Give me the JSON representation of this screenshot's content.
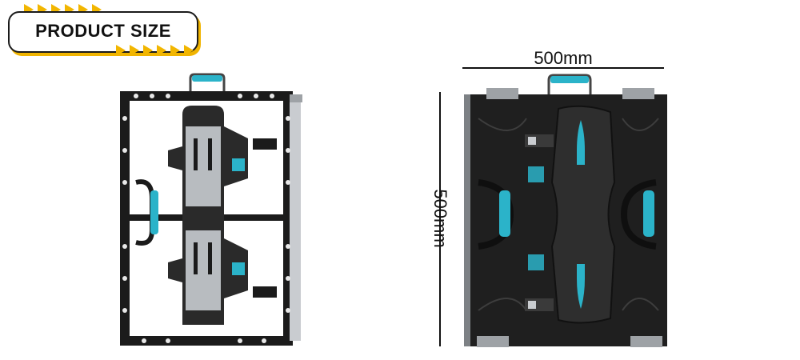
{
  "badge": {
    "title": "PRODUCT SIZE"
  },
  "dimensions": {
    "width_label": "500mm",
    "height_label": "500mm"
  },
  "colors": {
    "accent": "#f2b600",
    "frame": "#1b1b1b",
    "handle": "#2bb3c9",
    "steel": "#b8bcc0"
  },
  "icons": [
    "arrow-right-icon",
    "cabinet-front-image",
    "cabinet-back-image"
  ]
}
